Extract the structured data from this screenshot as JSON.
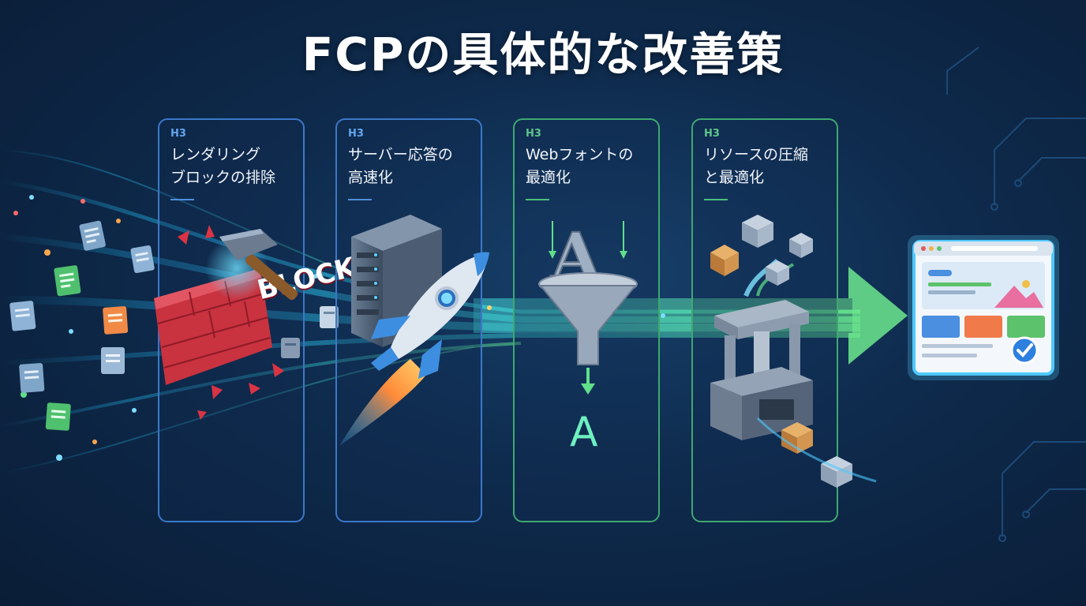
{
  "title": "FCPの具体的な改善策",
  "cards": [
    {
      "tag": "H3",
      "line1": "レンダリング",
      "line2": "ブロックの排除"
    },
    {
      "tag": "H3",
      "line1": "サーバー応答の",
      "line2": "高速化"
    },
    {
      "tag": "H3",
      "line1": "Webフォントの",
      "line2": "最適化"
    },
    {
      "tag": "H3",
      "line1": "リソースの圧縮",
      "line2": "と最適化"
    }
  ],
  "illustrations": {
    "block_label": "BLOCK",
    "font_big": "A",
    "font_small": "A"
  },
  "icons": [
    "document-icon",
    "hammer-icon",
    "server-icon",
    "rocket-icon",
    "font-funnel-icon",
    "compress-press-icon",
    "package-icon",
    "browser-window-icon",
    "check-icon"
  ],
  "colors": {
    "background": "#0e2a4c",
    "card_blue": "#3b78c9",
    "card_green": "#3ea870",
    "flow_start": "#1ec8ff",
    "flow_end": "#5fe08a",
    "block_red": "#c9323f"
  }
}
